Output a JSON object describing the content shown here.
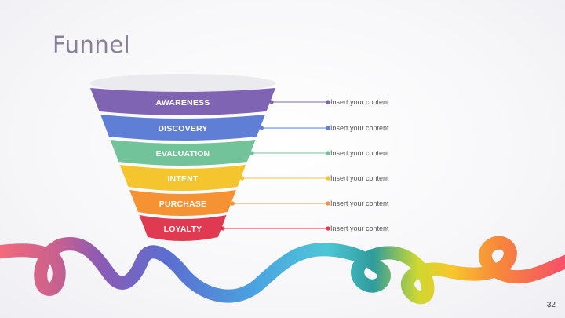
{
  "slide": {
    "title": "Funnel",
    "page_number": "32"
  },
  "funnel": {
    "stages": [
      {
        "label": "AWARENESS",
        "note": "Insert your content",
        "color": "#8064b4"
      },
      {
        "label": "DISCOVERY",
        "note": "Insert your content",
        "color": "#5f7fd6"
      },
      {
        "label": "EVALUATION",
        "note": "Insert your content",
        "color": "#72c29a"
      },
      {
        "label": "INTENT",
        "note": "Insert your content",
        "color": "#f4c52e"
      },
      {
        "label": "PURCHASE",
        "note": "Insert your content",
        "color": "#f59233"
      },
      {
        "label": "LOYALTY",
        "note": "Insert your content",
        "color": "#e03a52"
      }
    ]
  },
  "decoration": {
    "ribbon_colors": [
      "#f26a7a",
      "#8a5bb5",
      "#5b6fd0",
      "#4aa3e0",
      "#4ec6d6",
      "#2f9c9c",
      "#cfd830",
      "#f7c62b",
      "#f7893a",
      "#f5506a"
    ]
  }
}
